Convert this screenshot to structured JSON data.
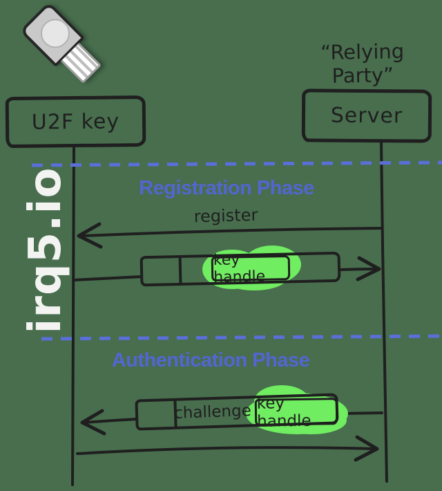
{
  "colors": {
    "background": "#486e4e",
    "ink": "#1f1f1f",
    "accent": "#5366d0",
    "highlight": "#70ed60",
    "watermark_color": "#f3f3f1"
  },
  "watermark": "irq5.io",
  "annotations": {
    "relying_party": "“Relying Party”"
  },
  "actors": {
    "u2f_key": "U2F key",
    "server": "Server"
  },
  "registration": {
    "title": "Registration Phase",
    "register": "register",
    "key_handle": "key handle"
  },
  "authentication": {
    "title": "Authentication Phase",
    "challenge": "challenge",
    "key_handle": "key handle"
  },
  "icons": {
    "usb_key": "usb-security-key-icon"
  }
}
